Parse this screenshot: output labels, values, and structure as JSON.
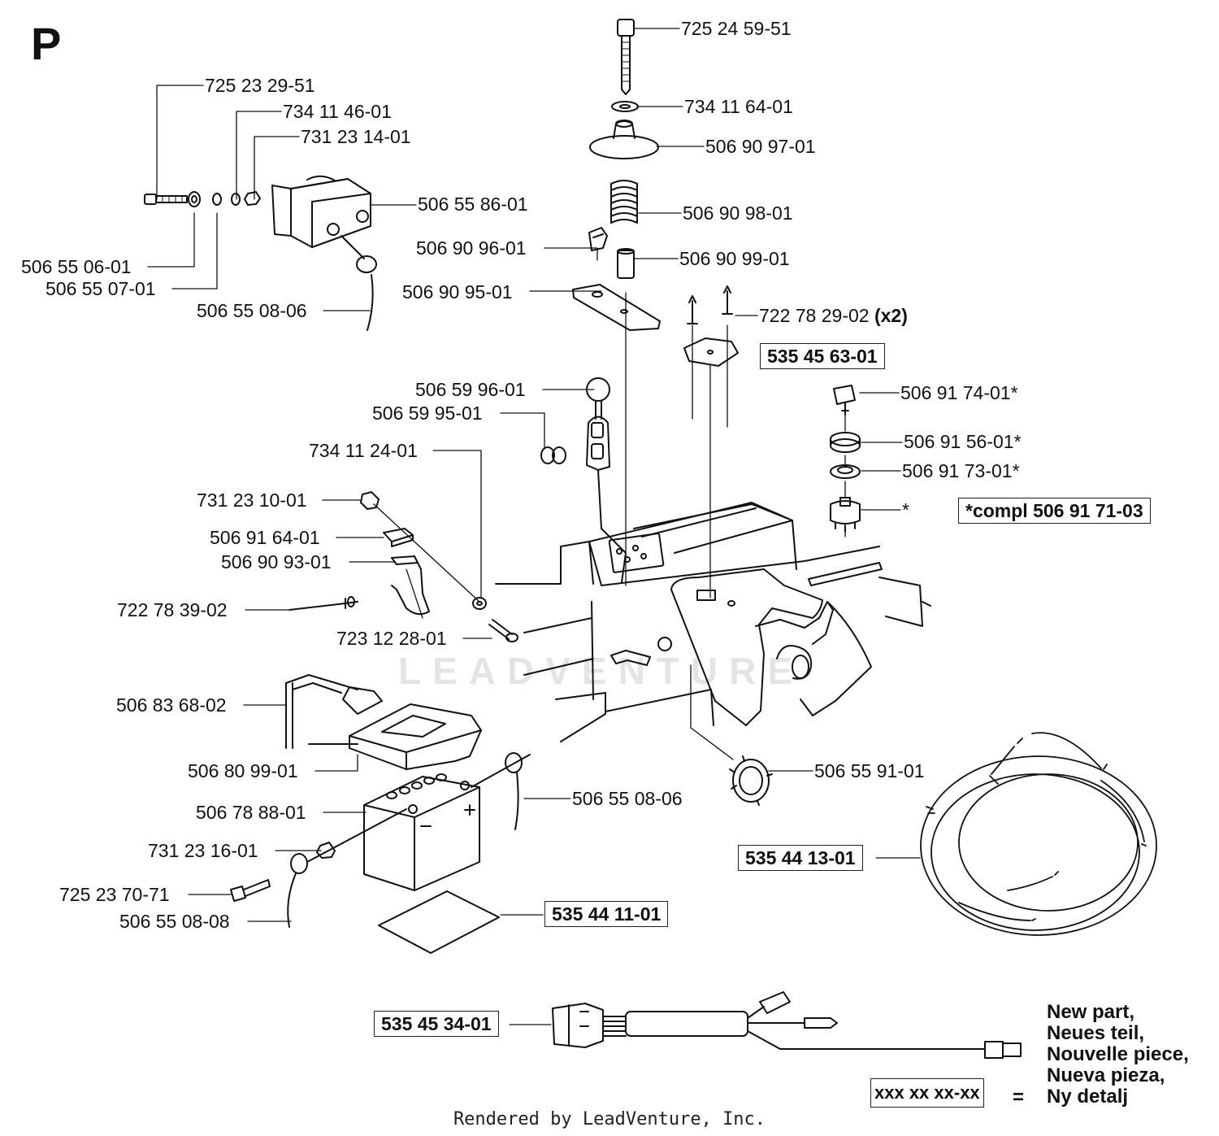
{
  "section_letter": "P",
  "watermark": "LEADVENTURE",
  "footer": "Rendered by LeadVenture, Inc.",
  "part_labels": {
    "p1": "725 24 59-51",
    "p2": "734 11 64-01",
    "p3": "506 90 97-01",
    "p4": "506 90 98-01",
    "p5": "506 90 99-01",
    "p6": "506 90 96-01",
    "p7": "506 90 95-01",
    "p8": "722 78 29-02",
    "p8_qty": "(x2)",
    "p9": "725 23 29-51",
    "p10": "734 11 46-01",
    "p11": "731 23 14-01",
    "p12": "506 55 86-01",
    "p13": "506 55 06-01",
    "p14": "506 55 07-01",
    "p15": "506 55 08-06",
    "p16": "506 59 96-01",
    "p17": "506 59 95-01",
    "p18": "734 11 24-01",
    "p19": "731 23 10-01",
    "p20": "506 91 64-01",
    "p21": "506 90 93-01",
    "p22": "722 78 39-02",
    "p23": "723 12 28-01",
    "p24": "506 91 74-01*",
    "p25": "506 91 56-01*",
    "p26": "506 91 73-01*",
    "p27": "*",
    "p28": "506 83 68-02",
    "p29": "506 80 99-01",
    "p30": "506 78 88-01",
    "p31": "731 23 16-01",
    "p32": "725 23 70-71",
    "p33": "506 55 08-08",
    "p34": "506 55 08-06",
    "p35": "506 55 91-01"
  },
  "boxed_labels": {
    "b1": "535 45 63-01",
    "b2": "*compl 506 91 71-03",
    "b3": "535 44 13-01",
    "b4": "535 44 11-01",
    "b5": "535 45 34-01"
  },
  "legend": {
    "lines": [
      "New part,",
      "Neues teil,",
      "Nouvelle piece,",
      "Nueva pieza,",
      "Ny detalj"
    ],
    "code": "xxx xx xx-xx",
    "equals": "="
  }
}
